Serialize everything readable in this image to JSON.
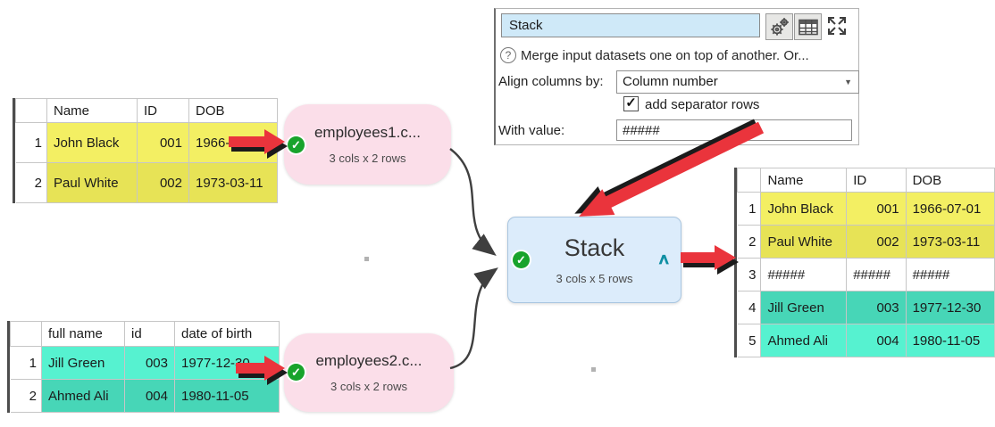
{
  "panel": {
    "title_value": "Stack",
    "help_text": "Merge input datasets one on top of another. Or...",
    "align_label": "Align columns by:",
    "align_value": "Column number",
    "separator_label": "add separator rows",
    "separator_checked": true,
    "with_value_label": "With value:",
    "with_value": "#####"
  },
  "nodes": {
    "input1": {
      "title": "employees1.c...",
      "stats": "3 cols x 2 rows"
    },
    "input2": {
      "title": "employees2.c...",
      "stats": "3 cols x 2 rows"
    },
    "stack": {
      "title": "Stack",
      "stats": "3 cols x 5 rows"
    }
  },
  "tables": {
    "input1": {
      "headers": [
        "Name",
        "ID",
        "DOB"
      ],
      "rows": [
        {
          "num": "1",
          "cells": [
            "John Black",
            "001",
            "1966-07-01"
          ]
        },
        {
          "num": "2",
          "cells": [
            "Paul White",
            "002",
            "1973-03-11"
          ]
        }
      ]
    },
    "input2": {
      "headers": [
        "full name",
        "id",
        "date of birth"
      ],
      "rows": [
        {
          "num": "1",
          "cells": [
            "Jill Green",
            "003",
            "1977-12-30"
          ]
        },
        {
          "num": "2",
          "cells": [
            "Ahmed Ali",
            "004",
            "1980-11-05"
          ]
        }
      ]
    },
    "output": {
      "headers": [
        "Name",
        "ID",
        "DOB"
      ],
      "rows": [
        {
          "num": "1",
          "cells": [
            "John Black",
            "001",
            "1966-07-01"
          ]
        },
        {
          "num": "2",
          "cells": [
            "Paul White",
            "002",
            "1973-03-11"
          ]
        },
        {
          "num": "3",
          "cells": [
            "#####",
            "#####",
            "#####"
          ]
        },
        {
          "num": "4",
          "cells": [
            "Jill Green",
            "003",
            "1977-12-30"
          ]
        },
        {
          "num": "5",
          "cells": [
            "Ahmed Ali",
            "004",
            "1980-11-05"
          ]
        }
      ]
    }
  },
  "icons": {
    "checkmark": "✓",
    "collapse_caret": "∧",
    "dropdown_arrow": "▼",
    "help_glyph": "?"
  },
  "colors": {
    "yellow_bright": "#f3ef63",
    "yellow_dark": "#e7e356",
    "teal_bright": "#56f2d0",
    "teal_dark": "#47d6b7",
    "node_pink": "#fbdee9",
    "node_blue": "#dcecfb",
    "title_input_bg": "#cfe9f8",
    "arrow_red": "#ea343c",
    "check_green": "#18a32b",
    "caret_teal": "#0f8fa3"
  }
}
